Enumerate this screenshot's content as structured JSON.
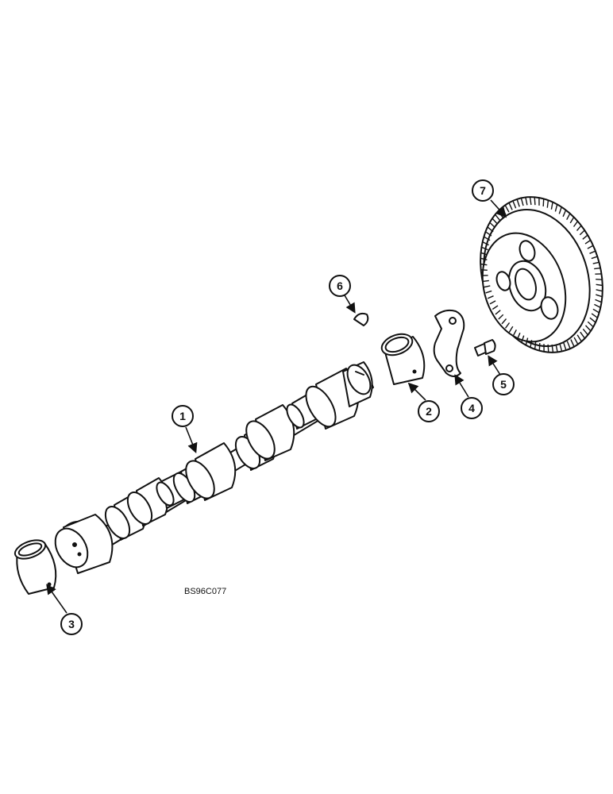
{
  "figure_ref": "BS96C077",
  "callouts": [
    "1",
    "2",
    "3",
    "4",
    "5",
    "6",
    "7"
  ]
}
